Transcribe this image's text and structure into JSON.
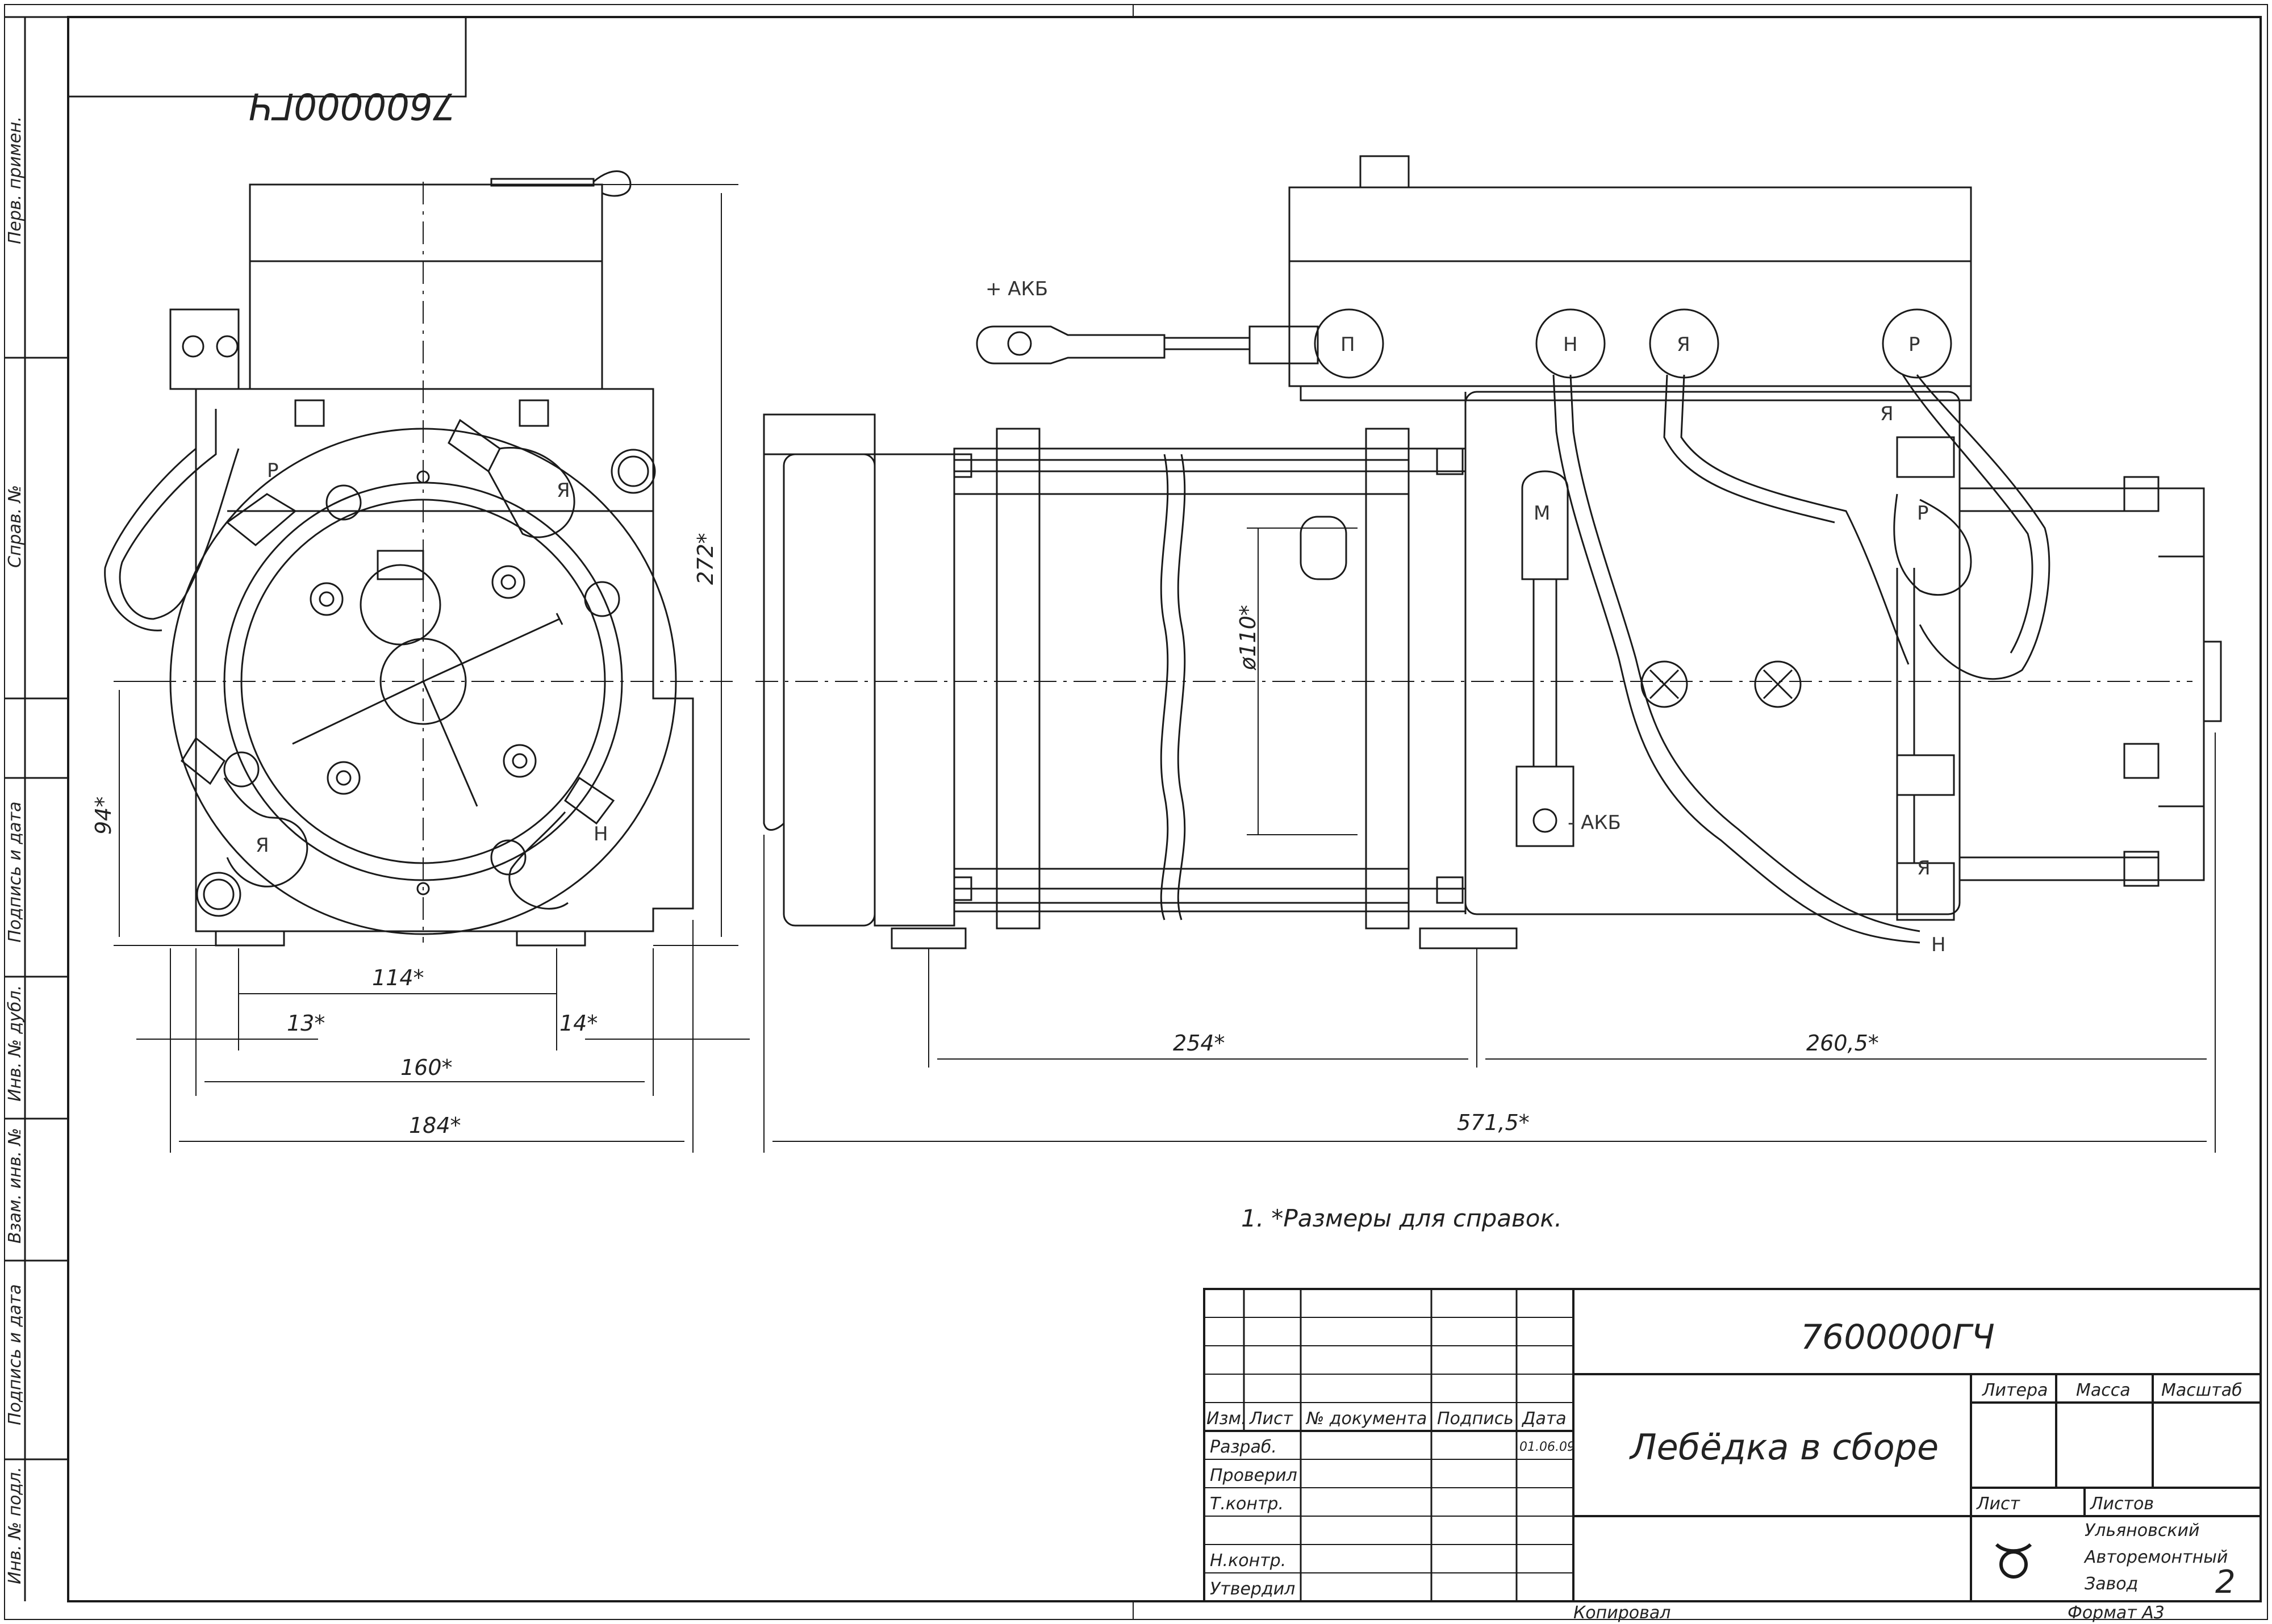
{
  "drawing": {
    "code": "7600000ГЧ",
    "code_mirrored": "7600000ГЧ",
    "title": "Лебёдка в сборе",
    "note": "1. *Размеры для справок.",
    "copied_label": "Копировал",
    "format_label": "Формат А3",
    "sheet_number": "2"
  },
  "side_stamp": {
    "cells": [
      "Перв. примен.",
      "Справ. №",
      "Подпись и дата",
      "Инв. № дубл.",
      "Взам. инв. №",
      "Подпись и дата",
      "Инв. № подл."
    ]
  },
  "title_block": {
    "headers": {
      "izm": "Изм.",
      "list": "Лист",
      "doc": "№ документа",
      "sign": "Подпись",
      "date": "Дата"
    },
    "roles": [
      "Разраб.",
      "Проверил",
      "Т.контр.",
      "",
      "Н.контр.",
      "Утвердил"
    ],
    "dev_date": "01.06.09",
    "litera": "Литера",
    "massa": "Масса",
    "masshtab": "Масштаб",
    "list_label": "Лист",
    "listov_label": "Листов",
    "org_line1": "Ульяновский",
    "org_line2": "Авторемонтный",
    "org_line3": "Завод"
  },
  "dimensions": {
    "left_272": "272*",
    "left_94": "94*",
    "left_114": "114*",
    "left_13": "13*",
    "left_14": "14*",
    "left_160": "160*",
    "left_184": "184*",
    "right_254": "254*",
    "right_260": "260,5*",
    "right_571": "571,5*",
    "diameter_110": "ø110*"
  },
  "terminals": {
    "akb_plus": "+ АКБ",
    "akb_minus": "- АКБ",
    "p": "П",
    "n": "Н",
    "ya": "Я",
    "r": "Р",
    "m": "М"
  },
  "colors": {
    "line": "#1a1a1a",
    "paper": "#ffffff"
  }
}
